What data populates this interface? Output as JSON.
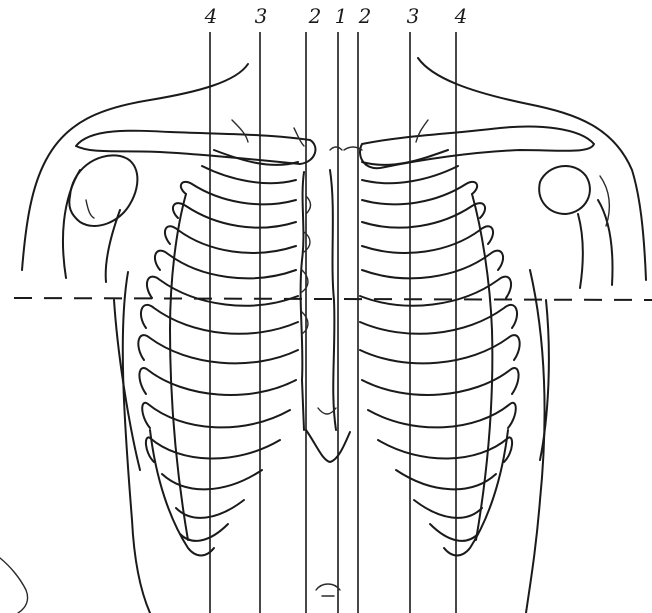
{
  "labels": {
    "left4": "4",
    "left3": "3",
    "left2": "2",
    "center1": "1",
    "right2": "2",
    "right3": "3",
    "right4": "4"
  },
  "colors": {
    "ink": "#1a1a1a",
    "paper": "#ffffff"
  }
}
